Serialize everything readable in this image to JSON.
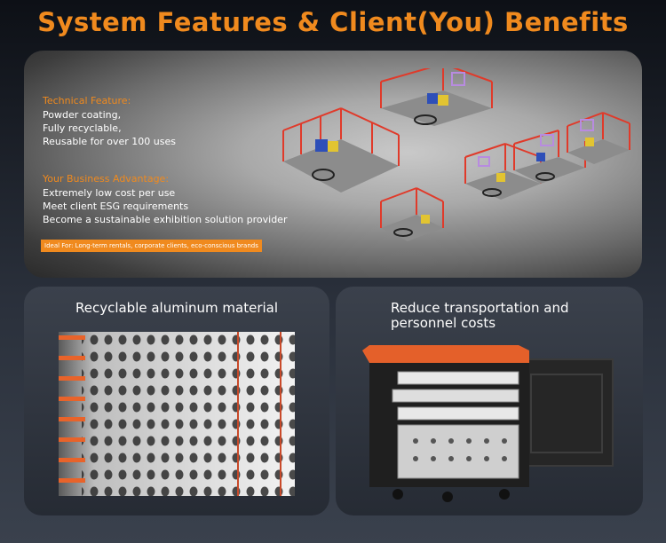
{
  "header": {
    "title": "System Features & Client(You) Benefits"
  },
  "top": {
    "technical_heading": "Technical Feature:",
    "technical_lines": [
      "Powder coating,",
      "Fully recyclable,",
      "Reusable for over 100 uses"
    ],
    "advantage_heading": "Your Business Advantage:",
    "advantage_lines": [
      "Extremely low cost per use",
      "Meet client ESG requirements",
      "Become a sustainable exhibition solution provider"
    ],
    "ideal_tag": "Ideal For: Long-term rentals, corporate clients, eco-conscious brands"
  },
  "bottom_left": {
    "title": "Recyclable aluminum material"
  },
  "bottom_right": {
    "title": "Reduce transportation and personnel costs"
  },
  "colors": {
    "accent": "#f08a1e",
    "frame_red": "#e03a2a",
    "frame_purple": "#b88be0"
  }
}
